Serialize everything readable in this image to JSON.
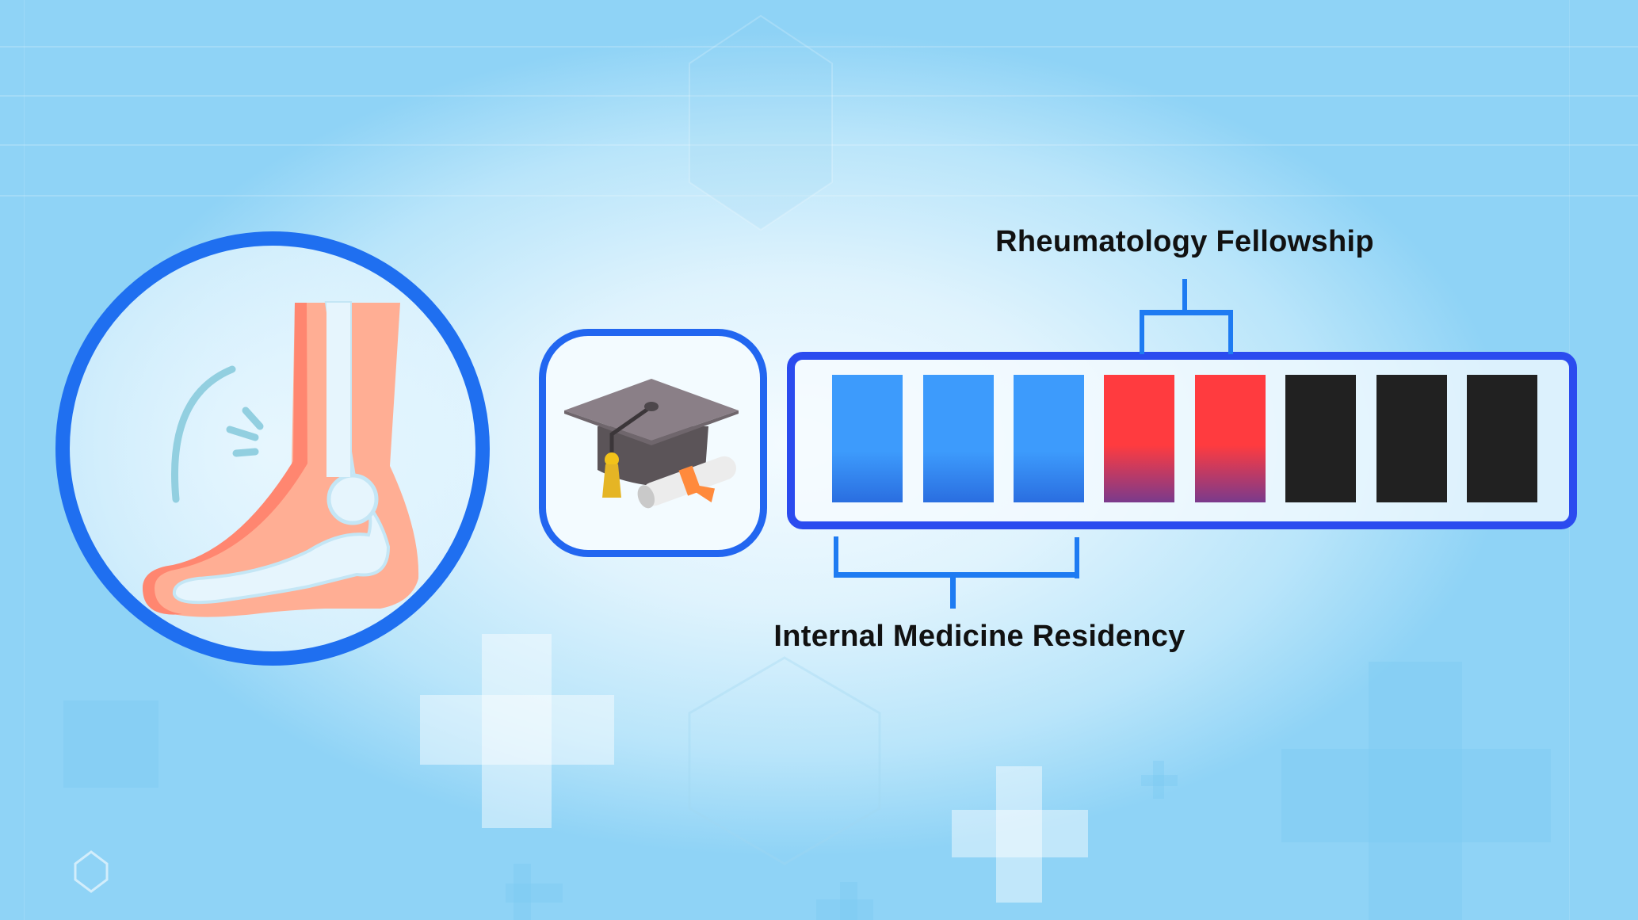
{
  "colors": {
    "frame_blue": "#2b4bef",
    "bracket_blue": "#1e7bf2",
    "bar_blue": "#3d9bfc",
    "bar_red": "#ff3b3f",
    "bar_black": "#212121"
  },
  "icons": {
    "foot": "foot-ankle-pain-icon",
    "graduation": "graduation-cap-diploma-icon"
  },
  "timeline": {
    "segments": [
      {
        "index": 1,
        "color": "blue",
        "phase": "Internal Medicine Residency"
      },
      {
        "index": 2,
        "color": "blue",
        "phase": "Internal Medicine Residency"
      },
      {
        "index": 3,
        "color": "blue",
        "phase": "Internal Medicine Residency"
      },
      {
        "index": 4,
        "color": "red",
        "phase": "Rheumatology Fellowship"
      },
      {
        "index": 5,
        "color": "red",
        "phase": "Rheumatology Fellowship"
      },
      {
        "index": 6,
        "color": "black",
        "phase": ""
      },
      {
        "index": 7,
        "color": "black",
        "phase": ""
      },
      {
        "index": 8,
        "color": "black",
        "phase": ""
      }
    ]
  },
  "labels": {
    "top": "Rheumatology Fellowship",
    "bottom": "Internal Medicine Residency"
  }
}
